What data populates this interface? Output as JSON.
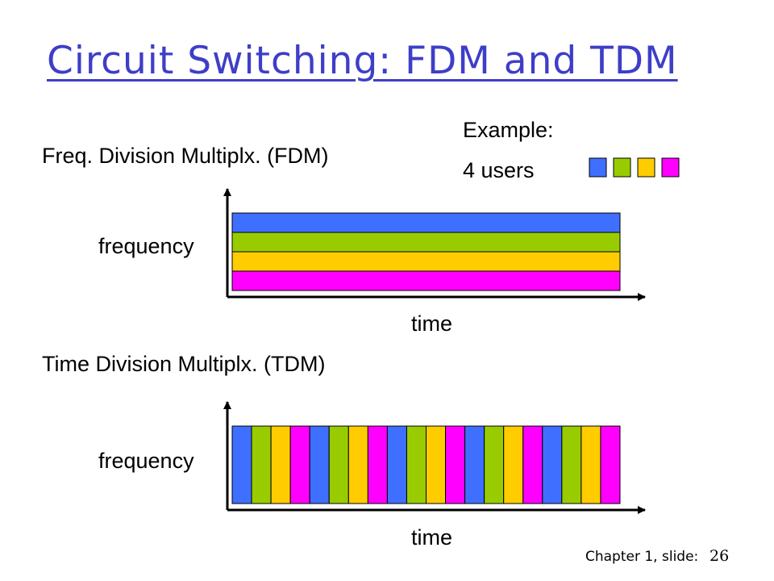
{
  "title": "Circuit Switching: FDM and TDM",
  "example": {
    "heading": "Example:",
    "users_label": "4 users"
  },
  "user_colors": [
    "#3f6fff",
    "#99cc00",
    "#ffcc00",
    "#ff00ff"
  ],
  "fdm": {
    "heading": "Freq. Division Multiplx. (FDM)",
    "y_label": "frequency",
    "x_label": "time"
  },
  "tdm": {
    "heading": "Time Division Multiplx. (TDM)",
    "y_label": "frequency",
    "x_label": "time",
    "slot_pattern": [
      0,
      1,
      2,
      3,
      0,
      1,
      2,
      3,
      0,
      1,
      2,
      3,
      0,
      1,
      2,
      3,
      0,
      1,
      2,
      3
    ]
  },
  "footer": {
    "chapter_label": "Chapter 1, slide:",
    "slide_number": "26"
  }
}
